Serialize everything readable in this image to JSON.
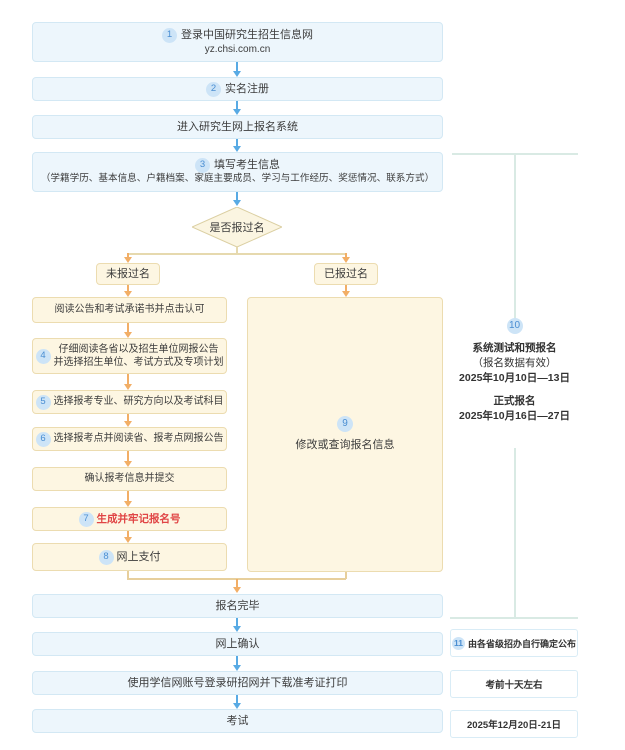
{
  "flow": {
    "top_steps": [
      {
        "num": "1",
        "label": "登录中国研究生招生信息网",
        "sub": "yz.chsi.com.cn"
      },
      {
        "num": "2",
        "label": "实名注册"
      },
      {
        "label": "进入研究生网上报名系统"
      },
      {
        "num": "3",
        "label": "填写考生信息",
        "sub": "（学籍学历、基本信息、户籍档案、家庭主要成员、学习与工作经历、奖惩情况、联系方式）"
      }
    ],
    "decision_label": "是否报过名",
    "branch_no": "未报过名",
    "branch_yes": "已报过名",
    "left_steps": [
      {
        "label": "阅读公告和考试承诺书并点击认可"
      },
      {
        "num": "4",
        "line1": "仔细阅读各省以及招生单位网报公告",
        "line2": "并选择招生单位、考试方式及专项计划"
      },
      {
        "num": "5",
        "label": "选择报考专业、研究方向以及考试科目"
      },
      {
        "num": "6",
        "label": "选择报考点并阅读省、报考点网报公告"
      },
      {
        "label": "确认报考信息并提交"
      },
      {
        "num": "7",
        "label": "生成并牢记报名号"
      },
      {
        "num": "8",
        "label": "网上支付"
      }
    ],
    "right_step": {
      "num": "9",
      "label": "修改或查询报名信息"
    },
    "bottom_steps": [
      {
        "label": "报名完毕"
      },
      {
        "label": "网上确认"
      },
      {
        "label": "使用学信网账号登录研招网并下载准考证打印"
      },
      {
        "label": "考试"
      }
    ]
  },
  "annotations": {
    "registration_period": {
      "num": "10",
      "line1": "系统测试和预报名",
      "line2": "（报名数据有效）",
      "line3": "2025年10月10日—13日",
      "line4": "正式报名",
      "line5": "2025年10月16日—27日"
    },
    "notes": [
      {
        "num": "11",
        "text": "由各省级招办自行确定公布"
      },
      {
        "text": "考前十天左右"
      },
      {
        "text": "2025年12月20日-21日"
      }
    ]
  },
  "colors": {
    "blue_box_bg": "#edf6fc",
    "blue_box_border": "#d3e8f4",
    "yellow_box_bg": "#fdf6e2",
    "yellow_box_border": "#ecdcb0",
    "blue_arrow": "#58aae4",
    "orange_arrow": "#f2ae66",
    "branch_line": "#e6d9ae",
    "merge_line": "#e7cf9c",
    "badge_bg": "#cde4f7",
    "badge_text": "#4a8ed2",
    "highlight_red": "#e04545",
    "bracket_line": "#d9eae4",
    "note_box_border": "#d9ecf6",
    "text": "#3c3c3c"
  }
}
